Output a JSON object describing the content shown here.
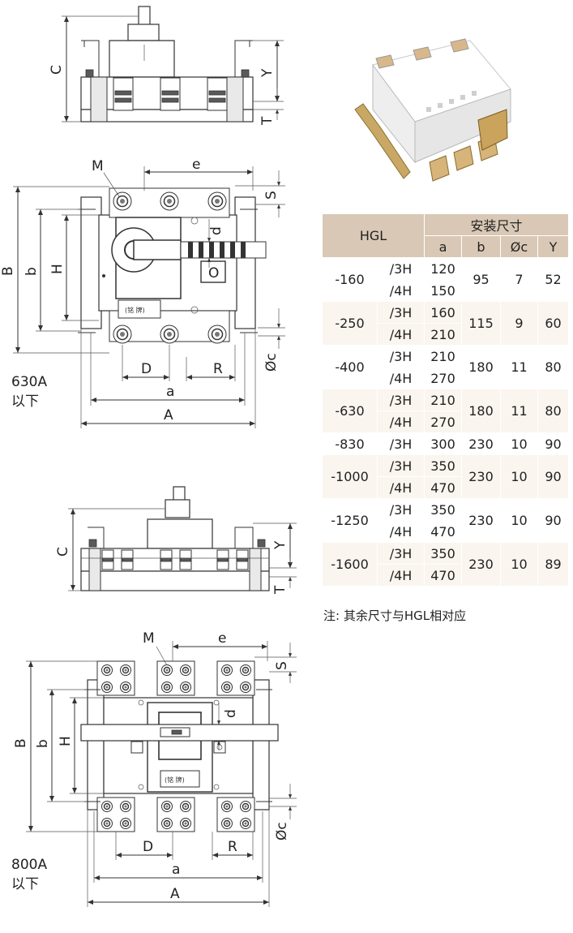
{
  "drawing1": {
    "labels": {
      "C": "C",
      "Y": "Y",
      "T": "T",
      "M": "M",
      "e": "e",
      "S": "S",
      "B": "B",
      "b": "b",
      "H": "H",
      "d": "d",
      "O": "O",
      "nameplate": "(铭 牌)",
      "phic": "Øc",
      "D": "D",
      "R": "R",
      "a": "a",
      "A": "A"
    },
    "rating": [
      "630A",
      "以下"
    ]
  },
  "drawing2": {
    "labels": {
      "C": "C",
      "Y": "Y",
      "T": "T",
      "M": "M",
      "e": "e",
      "S": "S",
      "B": "B",
      "b": "b",
      "H": "H",
      "d": "d",
      "nameplate": "(铭 牌)",
      "phic": "Øc",
      "D": "D",
      "R": "R",
      "a": "a",
      "A": "A"
    },
    "rating": [
      "800A",
      "以下"
    ]
  },
  "table": {
    "header_model": "HGL",
    "header_group": "安装尺寸",
    "columns": [
      "a",
      "b",
      "Øc",
      "Y"
    ],
    "rows": [
      {
        "model": "-160",
        "variants": [
          {
            "pole": "/3H",
            "a": "120"
          },
          {
            "pole": "/4H",
            "a": "150"
          }
        ],
        "b": "95",
        "c": "7",
        "y": "52"
      },
      {
        "model": "-250",
        "variants": [
          {
            "pole": "/3H",
            "a": "160"
          },
          {
            "pole": "/4H",
            "a": "210"
          }
        ],
        "b": "115",
        "c": "9",
        "y": "60"
      },
      {
        "model": "-400",
        "variants": [
          {
            "pole": "/3H",
            "a": "210"
          },
          {
            "pole": "/4H",
            "a": "270"
          }
        ],
        "b": "180",
        "c": "11",
        "y": "80"
      },
      {
        "model": "-630",
        "variants": [
          {
            "pole": "/3H",
            "a": "210"
          },
          {
            "pole": "/4H",
            "a": "270"
          }
        ],
        "b": "180",
        "c": "11",
        "y": "80"
      },
      {
        "model": "-830",
        "variants": [
          {
            "pole": "/3H",
            "a": "300"
          }
        ],
        "b": "230",
        "c": "10",
        "y": "90"
      },
      {
        "model": "-1000",
        "variants": [
          {
            "pole": "/3H",
            "a": "350"
          },
          {
            "pole": "/4H",
            "a": "470"
          }
        ],
        "b": "230",
        "c": "10",
        "y": "90"
      },
      {
        "model": "-1250",
        "variants": [
          {
            "pole": "/3H",
            "a": "350"
          },
          {
            "pole": "/4H",
            "a": "470"
          }
        ],
        "b": "230",
        "c": "10",
        "y": "90"
      },
      {
        "model": "-1600",
        "variants": [
          {
            "pole": "/3H",
            "a": "350"
          },
          {
            "pole": "/4H",
            "a": "470"
          }
        ],
        "b": "230",
        "c": "10",
        "y": "89"
      }
    ],
    "footnote": "注: 其余尺寸与HGL相对应"
  },
  "colors": {
    "header_bg": "#d9c8b5",
    "row_band": "#fbf5ef"
  }
}
